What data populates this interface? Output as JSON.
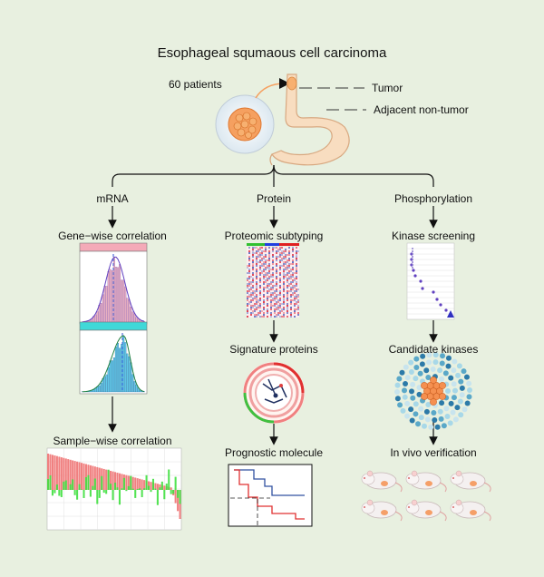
{
  "title": "Esophageal squmaous cell carcinoma",
  "patients": "60 patients",
  "tumor": "Tumor",
  "adjacent": "Adjacent non-tumor",
  "columns": {
    "mrna": {
      "header": "mRNA",
      "step1": "Gene−wise correlation",
      "step2": "Sample−wise correlation"
    },
    "protein": {
      "header": "Protein",
      "step1": "Proteomic subtyping",
      "step2": "Signature proteins",
      "step3": "Prognostic molecule"
    },
    "phospho": {
      "header": "Phosphorylation",
      "step1": "Kinase screening",
      "step2": "Candidate kinases",
      "step3": "In vivo verification"
    }
  },
  "colors": {
    "background": "#e8f0e0",
    "tissue": "#f5a060",
    "hist1_strip": "#f4aab8",
    "hist2_strip": "#40d8d8",
    "bar_red": "#f08080",
    "bar_green": "#40e040"
  }
}
